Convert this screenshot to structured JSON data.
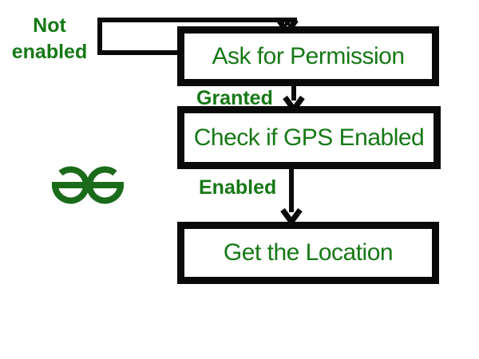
{
  "page": {
    "background": "#ffffff",
    "kind": "flowchart"
  },
  "colors": {
    "text_green": "#167816",
    "logo_green": "#1a6b1a",
    "line_black": "#0a0a0a"
  },
  "flowchart": {
    "nodes": [
      {
        "id": "ask-permission",
        "label": "Ask for Permission"
      },
      {
        "id": "check-gps",
        "label": "Check if GPS Enabled"
      },
      {
        "id": "get-location",
        "label": "Get the Location"
      }
    ],
    "edges": [
      {
        "label": "Not enabled",
        "from": "ask-permission",
        "to": "ask-permission",
        "type": "loop-back"
      },
      {
        "label": "Granted",
        "from": "ask-permission",
        "to": "check-gps",
        "type": "down-arrow"
      },
      {
        "label": "Enabled",
        "from": "check-gps",
        "to": "get-location",
        "type": "down-arrow"
      }
    ]
  },
  "logo": {
    "name": "geeksforgeeks-logo"
  }
}
